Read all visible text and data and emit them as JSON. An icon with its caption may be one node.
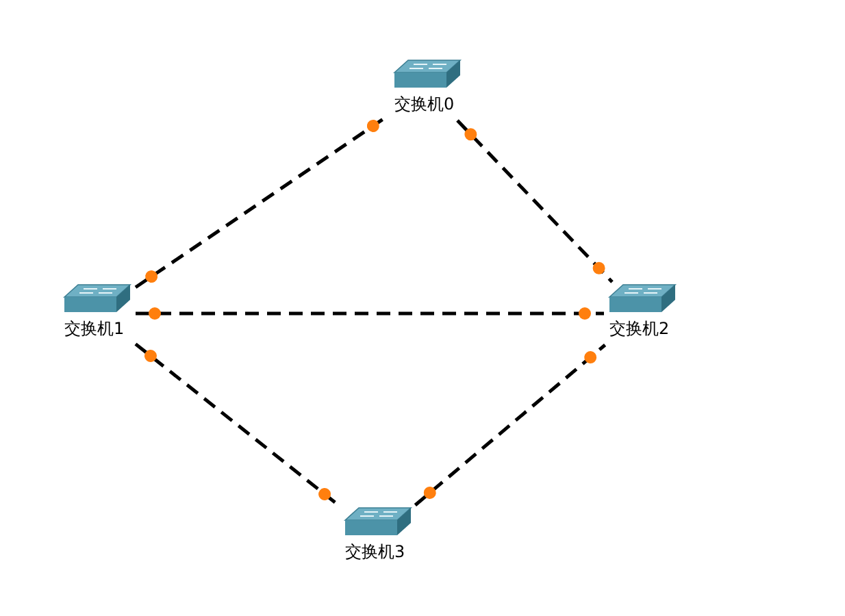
{
  "diagram": {
    "nodes": [
      {
        "text": [
          "交换机0"
        ]
      },
      {
        "text": [
          "交换机1"
        ]
      },
      {
        "text": [
          "交换机2"
        ]
      },
      {
        "text": [
          "交换机3"
        ]
      }
    ],
    "edges": [
      {
        "from": 1,
        "to": 0,
        "arrow": "other",
        "style": "dashed"
      },
      {
        "from": 0,
        "to": 2,
        "arrow": "other",
        "style": "dashed"
      },
      {
        "from": 1,
        "to": 2,
        "arrow": "other",
        "style": "dashed"
      },
      {
        "from": 1,
        "to": 3,
        "arrow": "other",
        "style": "dashed"
      },
      {
        "from": 3,
        "to": 2,
        "arrow": "other",
        "style": "dashed"
      }
    ]
  }
}
